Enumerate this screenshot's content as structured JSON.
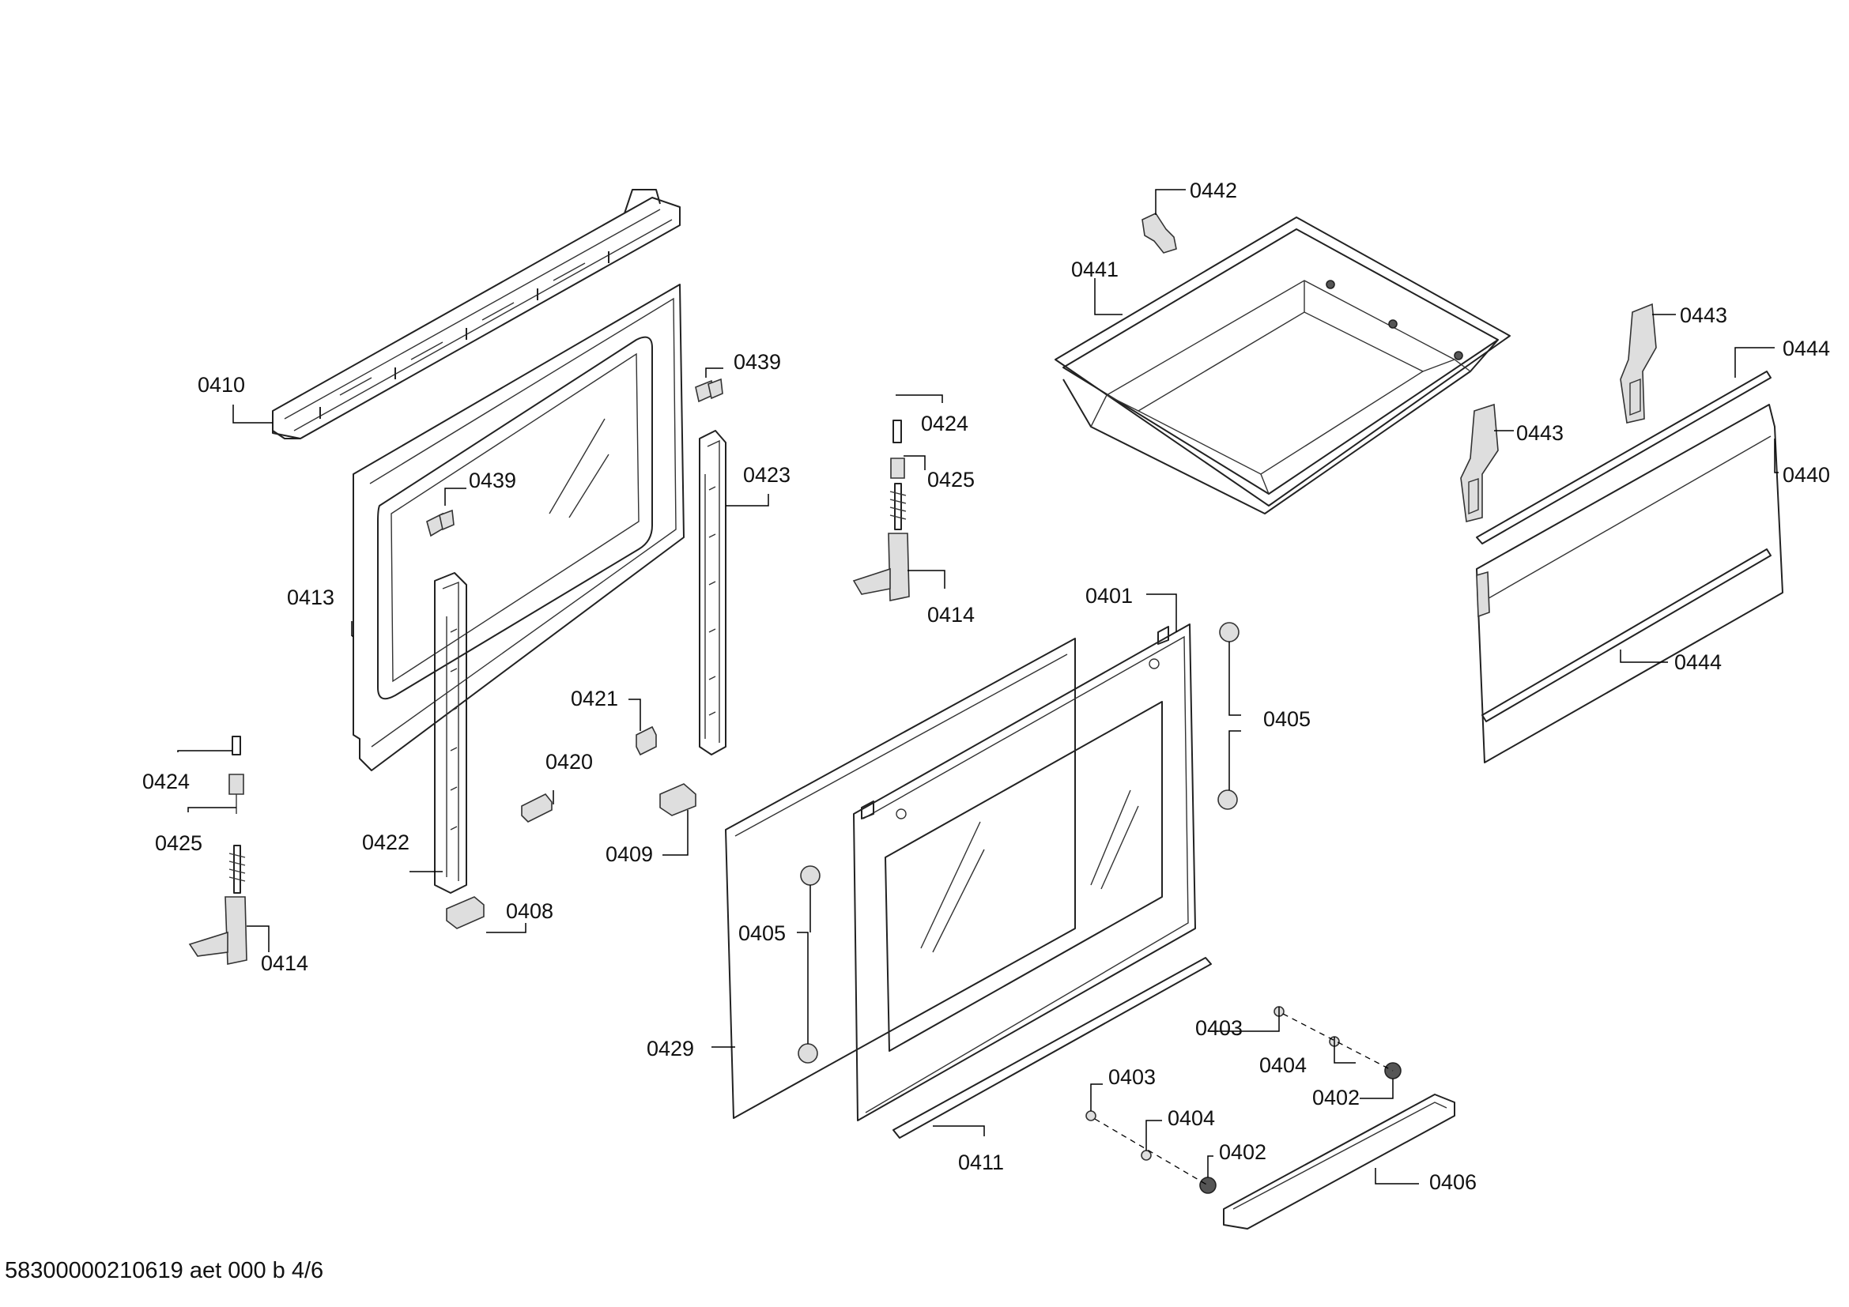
{
  "document_id": "58300000210619 aet 000 b 4/6",
  "callouts": [
    {
      "key": "c0410",
      "label": "0410"
    },
    {
      "key": "c0439a",
      "label": "0439"
    },
    {
      "key": "c0439b",
      "label": "0439"
    },
    {
      "key": "c0413",
      "label": "0413"
    },
    {
      "key": "c0424a",
      "label": "0424"
    },
    {
      "key": "c0425a",
      "label": "0425"
    },
    {
      "key": "c0414a",
      "label": "0414"
    },
    {
      "key": "c0422",
      "label": "0422"
    },
    {
      "key": "c0408",
      "label": "0408"
    },
    {
      "key": "c0420",
      "label": "0420"
    },
    {
      "key": "c0421",
      "label": "0421"
    },
    {
      "key": "c0423",
      "label": "0423"
    },
    {
      "key": "c0409",
      "label": "0409"
    },
    {
      "key": "c0424b",
      "label": "0424"
    },
    {
      "key": "c0425b",
      "label": "0425"
    },
    {
      "key": "c0414b",
      "label": "0414"
    },
    {
      "key": "c0401",
      "label": "0401"
    },
    {
      "key": "c0405a",
      "label": "0405"
    },
    {
      "key": "c0405b",
      "label": "0405"
    },
    {
      "key": "c0429",
      "label": "0429"
    },
    {
      "key": "c0411",
      "label": "0411"
    },
    {
      "key": "c0403a",
      "label": "0403"
    },
    {
      "key": "c0404a",
      "label": "0404"
    },
    {
      "key": "c0402a",
      "label": "0402"
    },
    {
      "key": "c0403b",
      "label": "0403"
    },
    {
      "key": "c0404b",
      "label": "0404"
    },
    {
      "key": "c0402b",
      "label": "0402"
    },
    {
      "key": "c0406",
      "label": "0406"
    },
    {
      "key": "c0442",
      "label": "0442"
    },
    {
      "key": "c0441",
      "label": "0441"
    },
    {
      "key": "c0443a",
      "label": "0443"
    },
    {
      "key": "c0443b",
      "label": "0443"
    },
    {
      "key": "c0444a",
      "label": "0444"
    },
    {
      "key": "c0444b",
      "label": "0444"
    },
    {
      "key": "c0440",
      "label": "0440"
    }
  ]
}
